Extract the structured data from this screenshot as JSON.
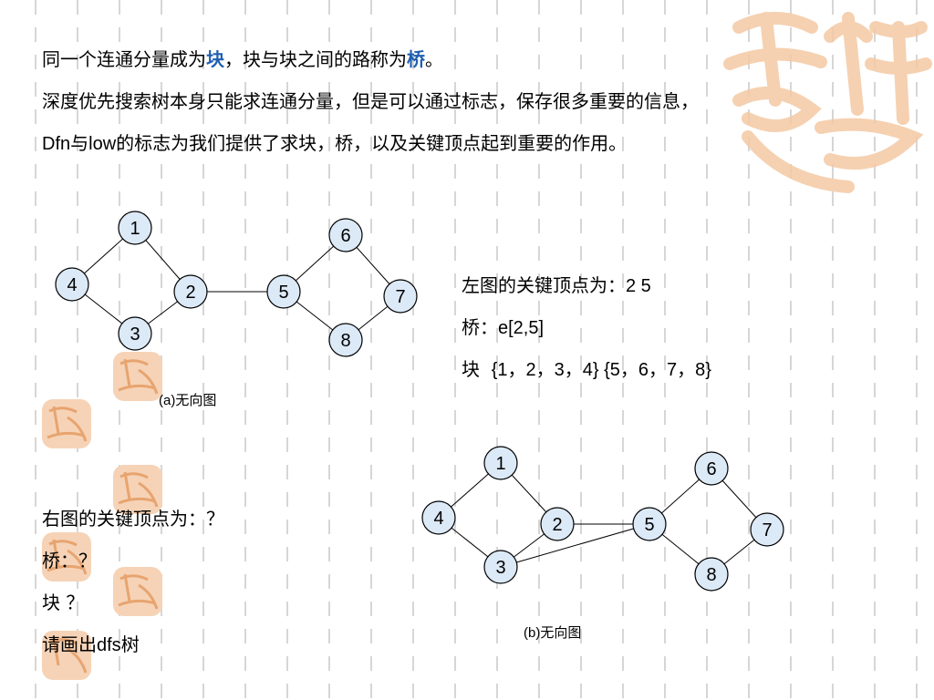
{
  "lines": [
    {
      "p1": "同一个连通分量成为",
      "h1": "块",
      "p2": "，块与块之间的路称为",
      "h2": "桥",
      "p3": "。"
    },
    {
      "text": "深度优先搜索树本身只能求连通分量，但是可以通过标志，保存很多重要的信息，"
    },
    {
      "a": "Dfn",
      "b": "与",
      "c": "low",
      "d": "的标志为我们提供了求块，桥，以及关键顶点起到重要的作用。"
    }
  ],
  "graph_a": {
    "caption": "(a)无向图",
    "nodes": [
      "1",
      "2",
      "3",
      "4",
      "5",
      "6",
      "7",
      "8"
    ],
    "edges": [
      [
        "1",
        "4"
      ],
      [
        "1",
        "2"
      ],
      [
        "4",
        "3"
      ],
      [
        "3",
        "2"
      ],
      [
        "2",
        "5"
      ],
      [
        "5",
        "6"
      ],
      [
        "6",
        "7"
      ],
      [
        "7",
        "8"
      ],
      [
        "8",
        "5"
      ]
    ]
  },
  "graph_b": {
    "caption": "(b)无向图",
    "nodes": [
      "1",
      "2",
      "3",
      "4",
      "5",
      "6",
      "7",
      "8"
    ],
    "edges": [
      [
        "1",
        "4"
      ],
      [
        "1",
        "2"
      ],
      [
        "4",
        "3"
      ],
      [
        "3",
        "2"
      ],
      [
        "2",
        "5"
      ],
      [
        "3",
        "5"
      ],
      [
        "5",
        "6"
      ],
      [
        "6",
        "7"
      ],
      [
        "7",
        "8"
      ],
      [
        "8",
        "5"
      ]
    ]
  },
  "answers_a": {
    "critical": {
      "label": "左图的关键顶点为：",
      "value": "2 5"
    },
    "bridge": {
      "label": "桥：",
      "value": "e[2,5]"
    },
    "blocks": {
      "label": "块",
      "value": "{1，2，3，4} {5，6，7，8}"
    }
  },
  "questions_b": {
    "critical": "右图的关键顶点为：？",
    "bridge": "桥：？",
    "blocks": "块 ？",
    "draw": {
      "p1": "请画出",
      "p2": "dfs",
      "p3": "树"
    }
  },
  "colors": {
    "node_fill": "#dce9f7",
    "highlight": "#1f5fb0",
    "stamp": "#f1b98a"
  }
}
